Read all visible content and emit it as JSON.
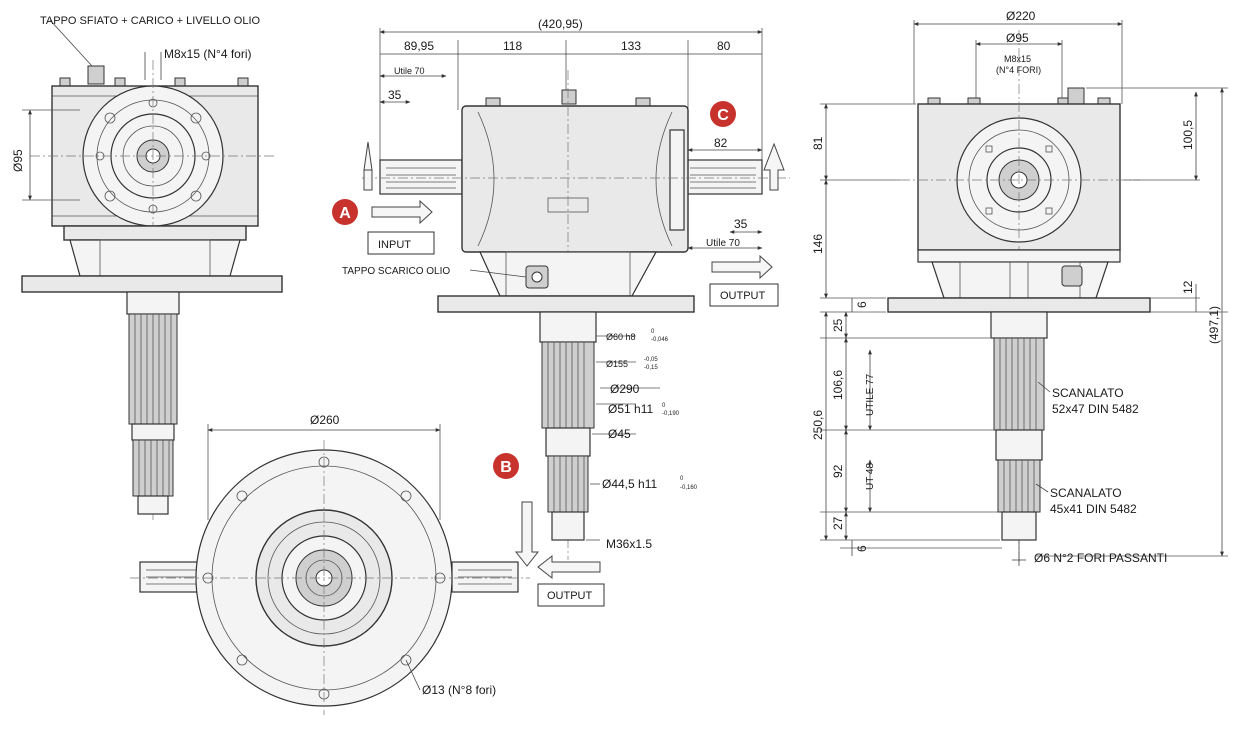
{
  "labels": {
    "tappo_sfiato": "TAPPO SFIATO + CARICO + LIVELLO OLIO",
    "m8x15_left": "M8x15 (N°4 fori)",
    "d95_left": "Ø95",
    "d260": "Ø260",
    "d13": "Ø13 (N°8 fori)",
    "total_width": "(420,95)",
    "w_8995": "89,95",
    "w_118": "118",
    "w_133": "133",
    "w_80": "80",
    "utile70_top": "Utile 70",
    "d35_top": "35",
    "d82": "82",
    "d35_right": "35",
    "utile70_right": "Utile 70",
    "tappo_scarico": "TAPPO SCARICO OLIO",
    "input": "INPUT",
    "output_c": "OUTPUT",
    "output_b": "OUTPUT",
    "marker_a": "A",
    "marker_b": "B",
    "marker_c": "C",
    "d60": "Ø60 h8",
    "d60_tol_up": "0",
    "d60_tol_dn": "-0,046",
    "d155": "Ø155",
    "d155_tol_up": "-0,05",
    "d155_tol_dn": "-0,15",
    "d290": "Ø290",
    "d51": "Ø51 h11",
    "d51_tol_up": "0",
    "d51_tol_dn": "-0,190",
    "d45": "Ø45",
    "d445": "Ø44,5 h11",
    "d445_tol_up": "0",
    "d445_tol_dn": "-0,160",
    "m36": "M36x1.5",
    "d220": "Ø220",
    "d95_right": "Ø95",
    "m8x15_right": "M8x15",
    "n4fori_right": "(N°4 FORI)",
    "v81": "81",
    "v146": "146",
    "v1005": "100,5",
    "v12": "12",
    "v6_top": "6",
    "v25": "25",
    "v4971": "(497,1)",
    "v1066": "106,6",
    "utile77": "UTILE 77",
    "v2506": "250,6",
    "v92": "92",
    "ut48": "UT 48",
    "v27": "27",
    "v6_bot": "6",
    "scanalato1_a": "SCANALATO",
    "scanalato1_b": "52x47 DIN 5482",
    "scanalato2_a": "SCANALATO",
    "scanalato2_b": "45x41 DIN 5482",
    "fori_passanti": "Ø6 N°2 FORI PASSANTI"
  },
  "colors": {
    "marker": "#c8322c",
    "line": "#333333"
  }
}
